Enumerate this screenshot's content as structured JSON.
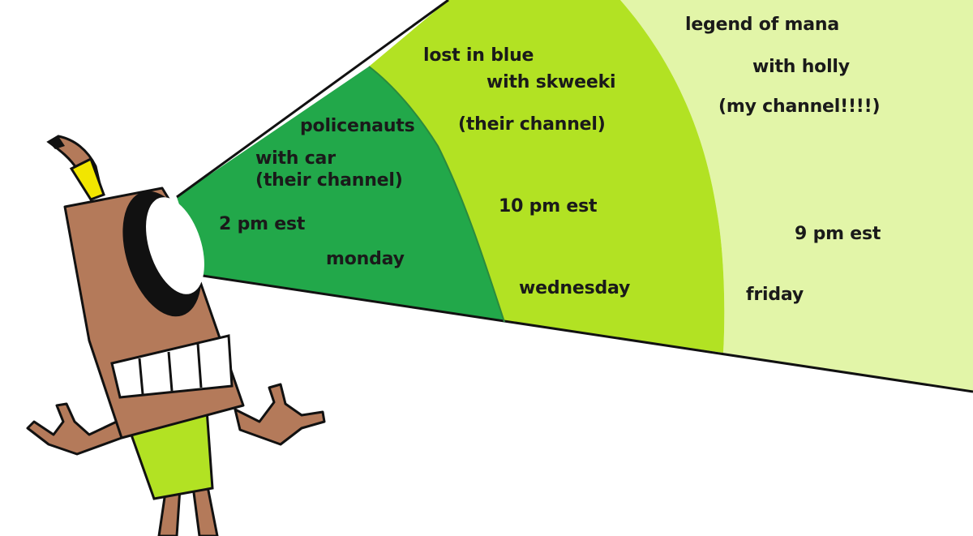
{
  "schedule": {
    "monday": {
      "game": "policenauts",
      "host": "with car",
      "channel": "(their channel)",
      "time": "2 pm est",
      "day": "monday",
      "color": "#22a84a"
    },
    "wednesday": {
      "game": "lost in blue",
      "host": "with skweeki",
      "channel": "(their channel)",
      "time": "10 pm est",
      "day": "wednesday",
      "color": "#b2e223"
    },
    "friday": {
      "game": "legend of mana",
      "host": "with holly",
      "channel": "(my channel!!!!)",
      "time": "9 pm est",
      "day": "friday",
      "color": "#e2f5a8"
    }
  },
  "character": {
    "body_color": "#b47a5a",
    "neck_color": "#b2e223",
    "hat_color": "#f2e600"
  }
}
